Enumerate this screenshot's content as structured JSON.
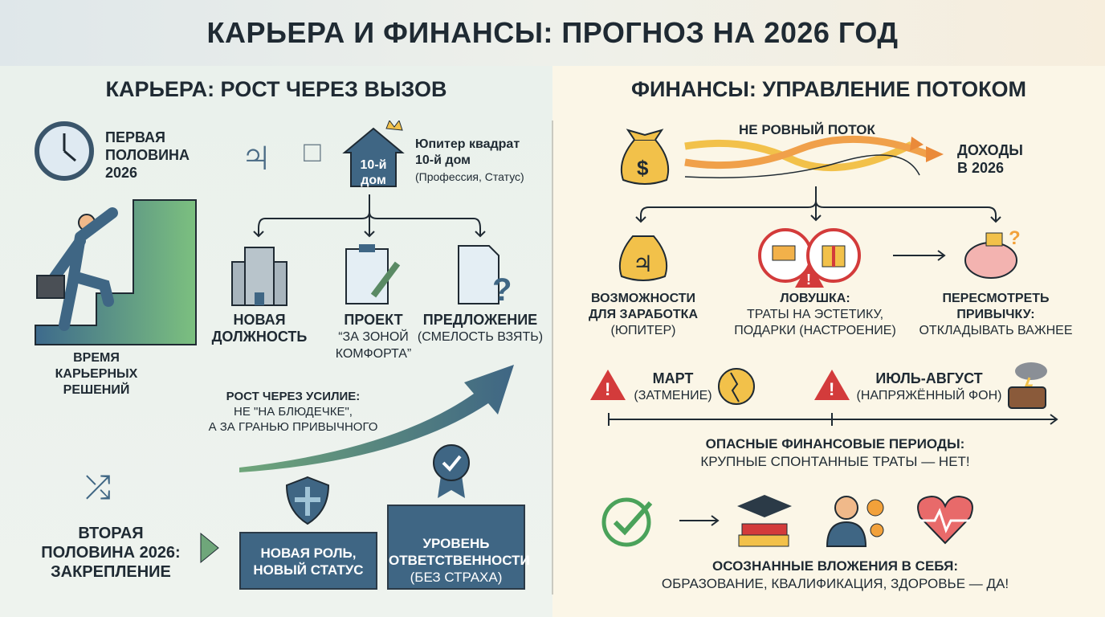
{
  "title": "КАРЬЕРА И ФИНАНСЫ: ПРОГНОЗ НА 2026 ГОД",
  "career": {
    "heading": "КАРЬЕРА: РОСТ ЧЕРЕЗ ВЫЗОВ",
    "first_half": [
      "ПЕРВАЯ",
      "ПОЛОВИНА",
      "2026"
    ],
    "jupiter_symbol": "♃",
    "square_symbol": "□",
    "house_label": [
      "10-й",
      "дом"
    ],
    "aspect_title": [
      "Юпитер квадрат",
      "10-й дом"
    ],
    "aspect_sub": "(Профессия, Статус)",
    "career_time": [
      "ВРЕМЯ",
      "КАРЬЕРНЫХ",
      "РЕШЕНИЙ"
    ],
    "options": [
      {
        "title": "НОВАЯ",
        "sub": "ДОЛЖНОСТЬ",
        "icon": "building-icon"
      },
      {
        "title": "ПРОЕКТ",
        "sub": "“ЗА ЗОНОЙ КОМФОРТА”",
        "icon": "clipboard-icon"
      },
      {
        "title": "ПРЕДЛОЖЕНИЕ",
        "sub": "(СМЕЛОСТЬ ВЗЯТЬ)",
        "icon": "document-question-icon"
      }
    ],
    "growth": {
      "title": "РОСТ ЧЕРЕЗ УСИЛИЕ:",
      "line1": "НЕ \"НА БЛЮДЕЧКЕ\",",
      "line2": "А ЗА ГРАНЬЮ ПРИВЫЧНОГО"
    },
    "second_half": [
      "ВТОРАЯ",
      "ПОЛОВИНА 2026:",
      "ЗАКРЕПЛЕНИЕ"
    ],
    "box1": [
      "НОВАЯ РОЛЬ,",
      "НОВЫЙ СТАТУС"
    ],
    "box2": [
      "УРОВЕНЬ",
      "ОТВЕТСТВЕННОСТИ",
      "(БЕЗ СТРАХА)"
    ]
  },
  "finance": {
    "heading": "ФИНАНСЫ: УПРАВЛЕНИЕ ПОТОКОМ",
    "flow_label": "НЕ РОВНЫЙ ПОТОК",
    "income": [
      "ДОХОДЫ",
      "В 2026"
    ],
    "dollar": "$",
    "items": [
      {
        "title": [
          "ВОЗМОЖНОСТИ",
          "ДЛЯ ЗАРАБОТКА"
        ],
        "sub": [
          "(ЮПИТЕР)"
        ]
      },
      {
        "title": [
          "ЛОВУШКА:"
        ],
        "sub": [
          "ТРАТЫ НА ЭСТЕТИКУ,",
          "ПОДАРКИ (НАСТРОЕНИЕ)"
        ]
      },
      {
        "title": [
          "ПЕРЕСМОТРЕТЬ",
          "ПРИВЫЧКУ:"
        ],
        "sub": [
          "ОТКЛАДЫВАТЬ ВАЖНЕЕ"
        ]
      }
    ],
    "periods": [
      {
        "title": "МАРТ",
        "sub": "(ЗАТМЕНИЕ)"
      },
      {
        "title": "ИЮЛЬ-АВГУСТ",
        "sub": "(НАПРЯЖЁННЫЙ ФОН)"
      }
    ],
    "danger": {
      "title": "ОПАСНЫЕ ФИНАНСОВЫЕ ПЕРИОДЫ:",
      "sub": "КРУПНЫЕ СПОНТАННЫЕ ТРАТЫ — НЕТ!"
    },
    "invest": {
      "title": "ОСОЗНАННЫЕ ВЛОЖЕНИЯ В СЕБЯ:",
      "sub": "ОБРАЗОВАНИЕ, КВАЛИФИКАЦИЯ, ЗДОРОВЬЕ — ДА!"
    },
    "colors": {
      "gold": "#f2c14a",
      "red": "#d33b3b",
      "blue": "#3f6684"
    }
  }
}
